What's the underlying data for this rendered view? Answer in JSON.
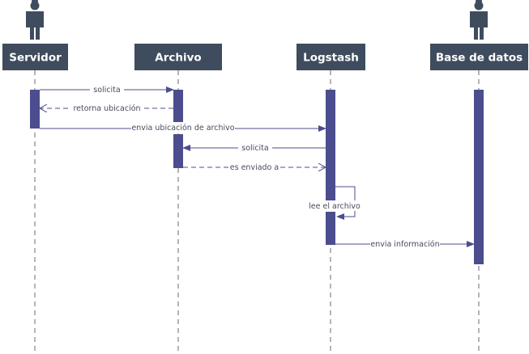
{
  "participants": [
    {
      "id": "servidor",
      "label": "Servidor",
      "icon": "person-icon"
    },
    {
      "id": "archivo",
      "label": "Archivo",
      "icon": null
    },
    {
      "id": "logstash",
      "label": "Logstash",
      "icon": null
    },
    {
      "id": "base",
      "label": "Base de datos",
      "icon": "person-icon"
    }
  ],
  "messages": [
    {
      "from": "servidor",
      "to": "archivo",
      "label": "solicita",
      "style": "solid",
      "arrow": "filled"
    },
    {
      "from": "archivo",
      "to": "servidor",
      "label": "retorna ubicación",
      "style": "dashed",
      "arrow": "open"
    },
    {
      "from": "servidor",
      "to": "logstash",
      "label": "envia ubicación de archivo",
      "style": "solid",
      "arrow": "filled"
    },
    {
      "from": "logstash",
      "to": "archivo",
      "label": "solicita",
      "style": "solid",
      "arrow": "filled"
    },
    {
      "from": "archivo",
      "to": "logstash",
      "label": "es enviado a",
      "style": "dashed",
      "arrow": "open"
    },
    {
      "from": "logstash",
      "to": "logstash",
      "label": "lee el archivo",
      "style": "solid",
      "arrow": "filled"
    },
    {
      "from": "logstash",
      "to": "base",
      "label": "envia información",
      "style": "solid",
      "arrow": "filled"
    }
  ],
  "colors": {
    "header": "#3f4c5e",
    "activation": "#4b4d8e",
    "line": "#6b6b6b",
    "text": "#4a4a5e"
  }
}
